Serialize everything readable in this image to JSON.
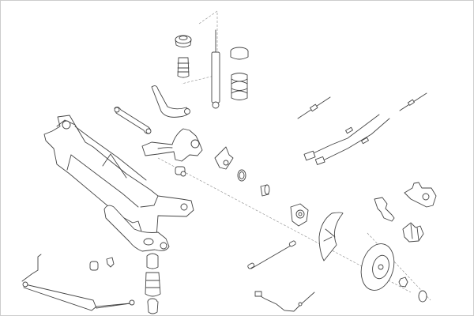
{
  "diagram": {
    "kind": "exploded parts drawing",
    "colors": {
      "line": "#444444",
      "background": "#ffffff",
      "frame": "#cccccc"
    },
    "parts": [
      "subframe",
      "shock-absorber",
      "coil-spring",
      "top-mount",
      "bump-stop",
      "upper-control-arm",
      "link-arm",
      "wheel-knuckle",
      "bushing",
      "hub-plate",
      "seal",
      "wheel-bearing",
      "wheel-hub",
      "dust-shield",
      "brake-disc",
      "hub-nut",
      "hub-cap",
      "brake-caliper",
      "caliper-carrier",
      "brake-pads",
      "handbrake-cables",
      "cable-pin",
      "toe-link",
      "abs-sensor",
      "lower-control-arm",
      "stabilizer-bar",
      "stabilizer-bushings",
      "rebound-stop"
    ]
  }
}
